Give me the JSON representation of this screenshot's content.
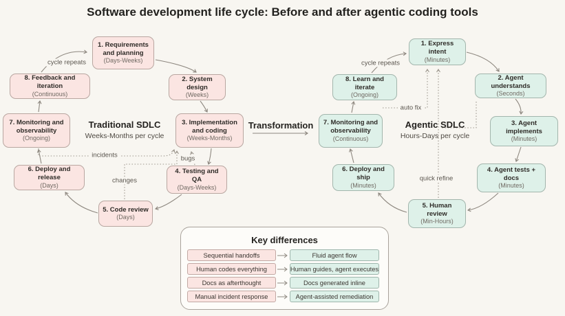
{
  "title": "Software development life cycle: Before and after agentic coding tools",
  "transformation_label": "Transformation",
  "traditional": {
    "name": "Traditional SDLC",
    "cadence": "Weeks-Months per cycle",
    "cycle_note": "cycle repeats",
    "steps": [
      {
        "title": "1. Requirements and planning",
        "duration": "(Days-Weeks)"
      },
      {
        "title": "2. System design",
        "duration": "(Weeks)"
      },
      {
        "title": "3. Implementation and coding",
        "duration": "(Weeks-Months)"
      },
      {
        "title": "4. Testing and QA",
        "duration": "(Days-Weeks)"
      },
      {
        "title": "5. Code review",
        "duration": "(Days)"
      },
      {
        "title": "6. Deploy and release",
        "duration": "(Days)"
      },
      {
        "title": "7. Monitoring and observability",
        "duration": "(Ongoing)"
      },
      {
        "title": "8. Feedback and iteration",
        "duration": "(Continuous)"
      }
    ],
    "loop_labels": {
      "incidents": "incidents",
      "changes": "changes",
      "bugs": "bugs"
    }
  },
  "agentic": {
    "name": "Agentic SDLC",
    "cadence": "Hours-Days per cycle",
    "cycle_note": "cycle repeats",
    "steps": [
      {
        "title": "1. Express intent",
        "duration": "(Minutes)"
      },
      {
        "title": "2. Agent understands",
        "duration": "(Seconds)"
      },
      {
        "title": "3. Agent implements",
        "duration": "(Minutes)"
      },
      {
        "title": "4. Agent tests + docs",
        "duration": "(Minutes)"
      },
      {
        "title": "5. Human review",
        "duration": "(Min-Hours)"
      },
      {
        "title": "6. Deploy and ship",
        "duration": "(Minutes)"
      },
      {
        "title": "7. Monitoring and observability",
        "duration": "(Continuous)"
      },
      {
        "title": "8. Learn and iterate",
        "duration": "(Ongoing)"
      }
    ],
    "loop_labels": {
      "auto_fix": "auto fix",
      "quick_refine": "quick refine"
    }
  },
  "key_differences": {
    "title": "Key differences",
    "rows": [
      {
        "before": "Sequential handoffs",
        "after": "Fluid agent flow"
      },
      {
        "before": "Human codes everything",
        "after": "Human guides, agent executes"
      },
      {
        "before": "Docs as afterthought",
        "after": "Docs generated inline"
      },
      {
        "before": "Manual incident response",
        "after": "Agent-assisted remediation"
      }
    ]
  },
  "colors": {
    "background": "#f8f6f1",
    "traditional_fill": "#fbe5e2",
    "traditional_border": "#b8a6a0",
    "agentic_fill": "#def1e9",
    "agentic_border": "#a2b5ac",
    "arrow": "#8d877f"
  }
}
